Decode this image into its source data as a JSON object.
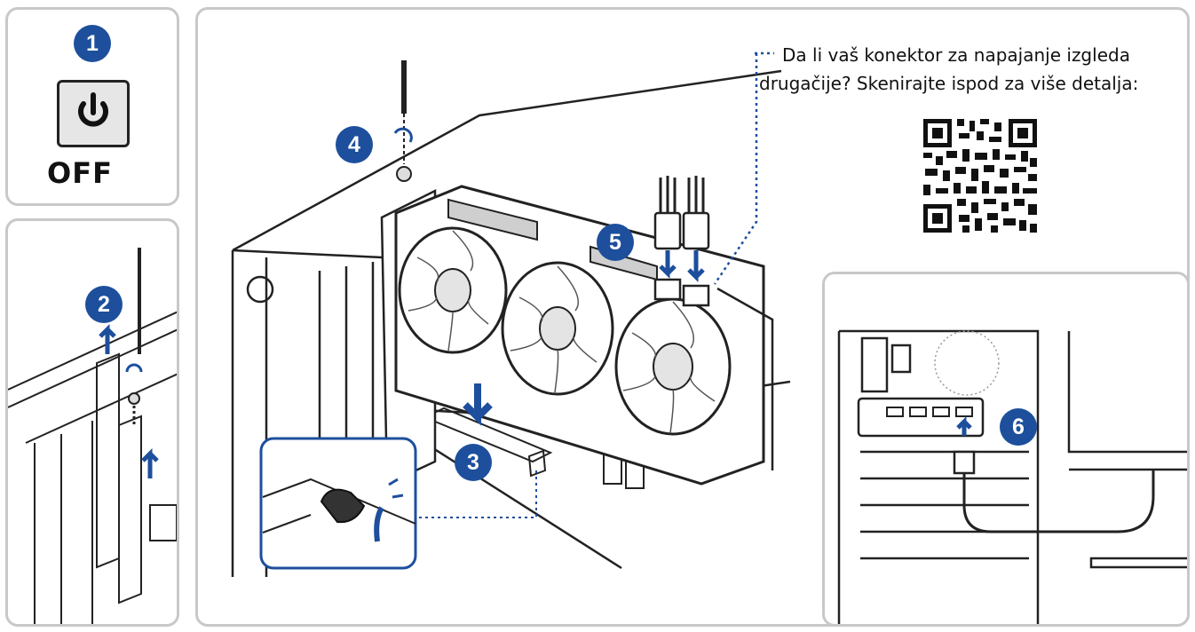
{
  "steps": {
    "s1": "1",
    "s2": "2",
    "s3": "3",
    "s4": "4",
    "s5": "5",
    "s6": "6"
  },
  "power_label": "OFF",
  "connector_note": {
    "line1": "Da li vaš konektor za napajanje izgleda",
    "line2": "drugačije? Skenirajte ispod za više detalja:"
  },
  "colors": {
    "accent": "#1d4f9c",
    "panel_border": "#c8c8c8",
    "line": "#222222"
  },
  "icons": [
    "power-icon",
    "screwdriver-icon",
    "rotate-arrow-icon",
    "up-arrow-icon",
    "down-arrow-icon",
    "qr-code-icon",
    "hdmi-cable-icon"
  ]
}
